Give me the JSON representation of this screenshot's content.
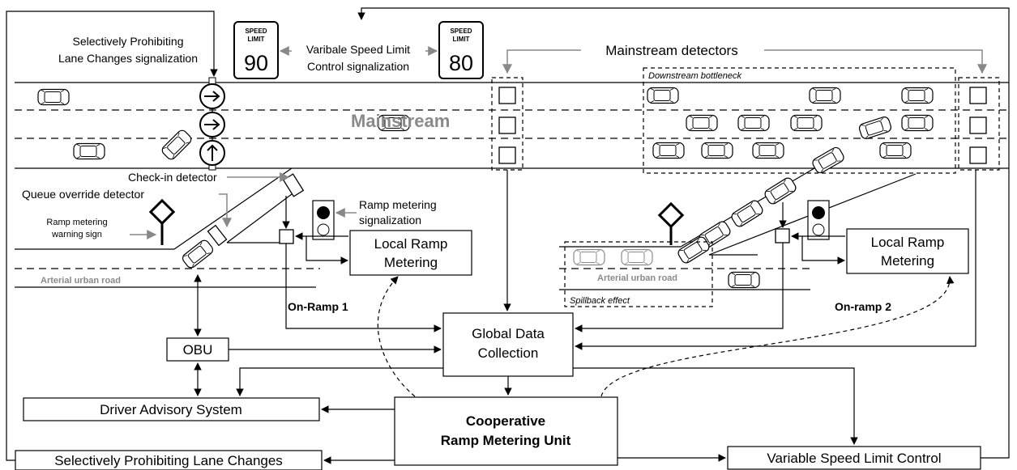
{
  "labels": {
    "lane_change_signal": [
      "Selectively Prohibiting",
      "Lane Changes signalization"
    ],
    "vsl_signal": [
      "Varibale Speed Limit",
      "Control signalization"
    ],
    "mainstream_detectors": "Mainstream detectors",
    "mainstream": "Mainstream",
    "downstream_bottleneck": "Downstream bottleneck",
    "checkin_detector": "Check-in detector",
    "queue_override_detector": "Queue override detector",
    "ramp_warning_sign": [
      "Ramp metering",
      "warning sign"
    ],
    "ramp_metering_signal": [
      "Ramp metering",
      "signalization"
    ],
    "arterial_road_1": "Arterial urban road",
    "arterial_road_2": "Arterial urban road",
    "on_ramp_1": "On-Ramp 1",
    "on_ramp_2": "On-ramp 2",
    "spillback": "Spillback effect"
  },
  "speed_signs": [
    {
      "caption": [
        "SPEED",
        "LIMIT"
      ],
      "value": "90"
    },
    {
      "caption": [
        "SPEED",
        "LIMIT"
      ],
      "value": "80"
    }
  ],
  "boxes": {
    "local_rm_1": [
      "Local Ramp",
      "Metering"
    ],
    "local_rm_2": [
      "Local Ramp",
      "Metering"
    ],
    "global_data": [
      "Global Data",
      "Collection"
    ],
    "obu": "OBU",
    "driver_advisory": "Driver Advisory System",
    "crmu": [
      "Cooperative",
      "Ramp Metering Unit"
    ],
    "vsl_control": "Variable Speed Limit Control",
    "splc": "Selectively Prohibiting Lane Changes"
  },
  "colors": {
    "line": "#000000",
    "gray_text": "#8a8a8a",
    "car_fill": "#ffffff"
  }
}
